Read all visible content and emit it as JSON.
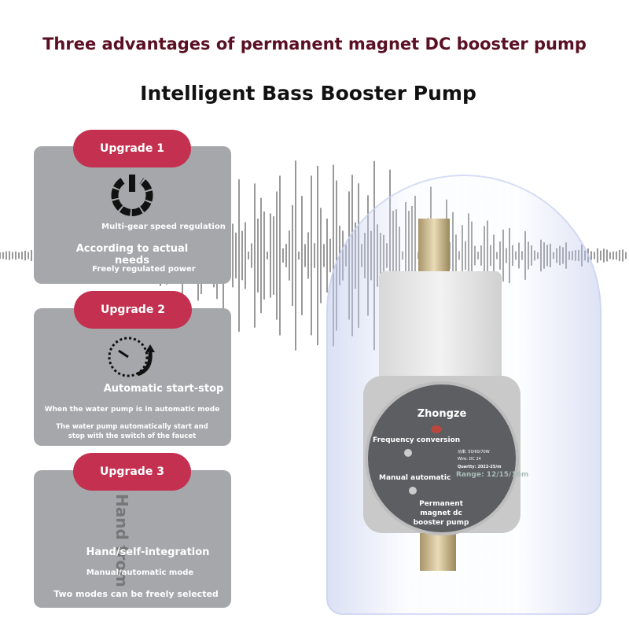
{
  "title": "Three advantages of permanent magnet DC booster pump",
  "subtitle": "Intelligent Bass Booster Pump",
  "upgrades": [
    {
      "badge": "Upgrade 1",
      "icon": "power-gear-icon",
      "line1": "Multi-gear speed regulation",
      "line2": "According to actual needs",
      "line3": "Freely regulated power"
    },
    {
      "badge": "Upgrade 2",
      "icon": "auto-dial-icon",
      "line1": "Automatic start-stop",
      "line2": "When the water pump is in automatic mode",
      "line3": "The water pump automatically start and stop with the switch of the faucet"
    },
    {
      "badge": "Upgrade 3",
      "icon_text": "Hand from",
      "line1": "Hand/self-integration",
      "line2": "Manual/automatic mode",
      "line3": "Two modes can be freely selected"
    }
  ],
  "pump": {
    "brand": "Zhongze",
    "button1": "Frequency conversion",
    "button2": "Manual automatic",
    "spec_power": "功率: 50/60/70W",
    "spec_wire": "Wire: DC 24",
    "spec_qty": "Quartty: 2022-25/m",
    "range": "Range: 12/15/16m",
    "label": "Permanent magnet dc booster pump"
  }
}
